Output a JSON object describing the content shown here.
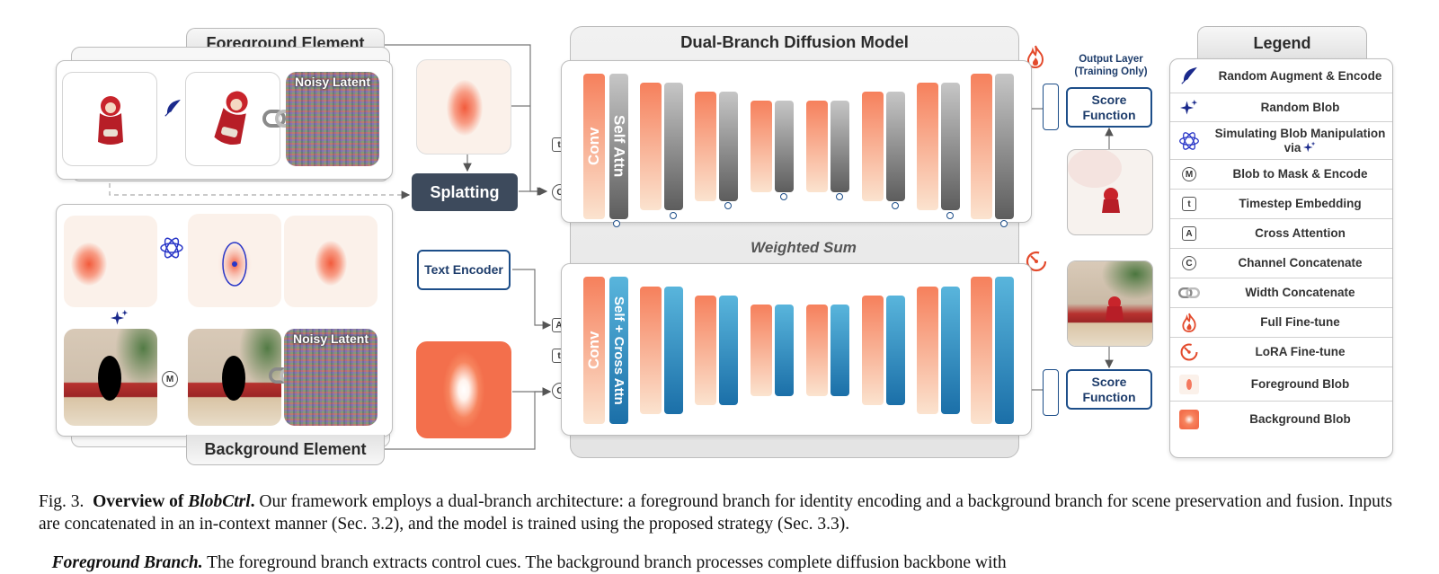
{
  "panels": {
    "foreground_title": "Foreground Element",
    "background_title": "Background Element",
    "model_title": "Dual-Branch Diffusion Model",
    "legend_title": "Legend"
  },
  "labels": {
    "noisy_latent_top": "Noisy Latent",
    "noisy_latent_bottom": "Noisy Latent",
    "splatting": "Splatting",
    "text_encoder": "Text Encoder",
    "weighted_sum": "Weighted Sum",
    "output_layer": "Output Layer (Training Only)",
    "score_function_top": "Score Function",
    "score_function_bottom": "Score Function",
    "conv_top": "Conv",
    "self_attn": "Self Attn",
    "conv_bottom": "Conv",
    "self_cross_attn": "Self + Cross Attn"
  },
  "symbols": {
    "t_top": "t",
    "c_top": "C",
    "a_bottom": "A",
    "t_bottom": "t",
    "c_bottom": "C",
    "m_mask": "M"
  },
  "legend": [
    {
      "icon": "feather-icon",
      "text": "Random Augment & Encode"
    },
    {
      "icon": "sparkle-icon",
      "text": "Random Blob"
    },
    {
      "icon": "atom-icon",
      "text": "Simulating Blob Manipulation via"
    },
    {
      "icon": "circle-m-icon",
      "glyph": "M",
      "text": "Blob to Mask & Encode"
    },
    {
      "icon": "square-t-icon",
      "glyph": "t",
      "text": "Timestep Embedding"
    },
    {
      "icon": "square-a-icon",
      "glyph": "A",
      "text": "Cross Attention"
    },
    {
      "icon": "circle-c-icon",
      "glyph": "C",
      "text": "Channel Concatenate"
    },
    {
      "icon": "chain-link-icon",
      "text": "Width Concatenate"
    },
    {
      "icon": "flame-icon",
      "text": "Full Fine-tune"
    },
    {
      "icon": "lora-dial-icon",
      "text": "LoRA Fine-tune"
    },
    {
      "icon": "foreground-blob-icon",
      "text": "Foreground Blob"
    },
    {
      "icon": "background-blob-icon",
      "text": "Background Blob"
    }
  ],
  "caption": {
    "fig_label": "Fig. 3.",
    "bold_lead": "Overview of",
    "bold_italic_name": "BlobCtrl",
    "bold_period": ".",
    "text": "Our framework employs a dual-branch architecture: a foreground branch for identity encoding and a background branch for scene preservation and fusion. Inputs are concatenated in an in-context manner (Sec. 3.2), and the model is trained using the proposed strategy (Sec. 3.3)."
  },
  "next_paragraph": {
    "lead": "Foreground Branch.",
    "text": "The foreground branch extracts control cues. The background branch processes complete diffusion backbone with"
  },
  "colors": {
    "accent_blue": "#1d4e89",
    "orange": "#f6805c",
    "flame": "#e34a2c",
    "dark_box": "#3d4a5c"
  }
}
